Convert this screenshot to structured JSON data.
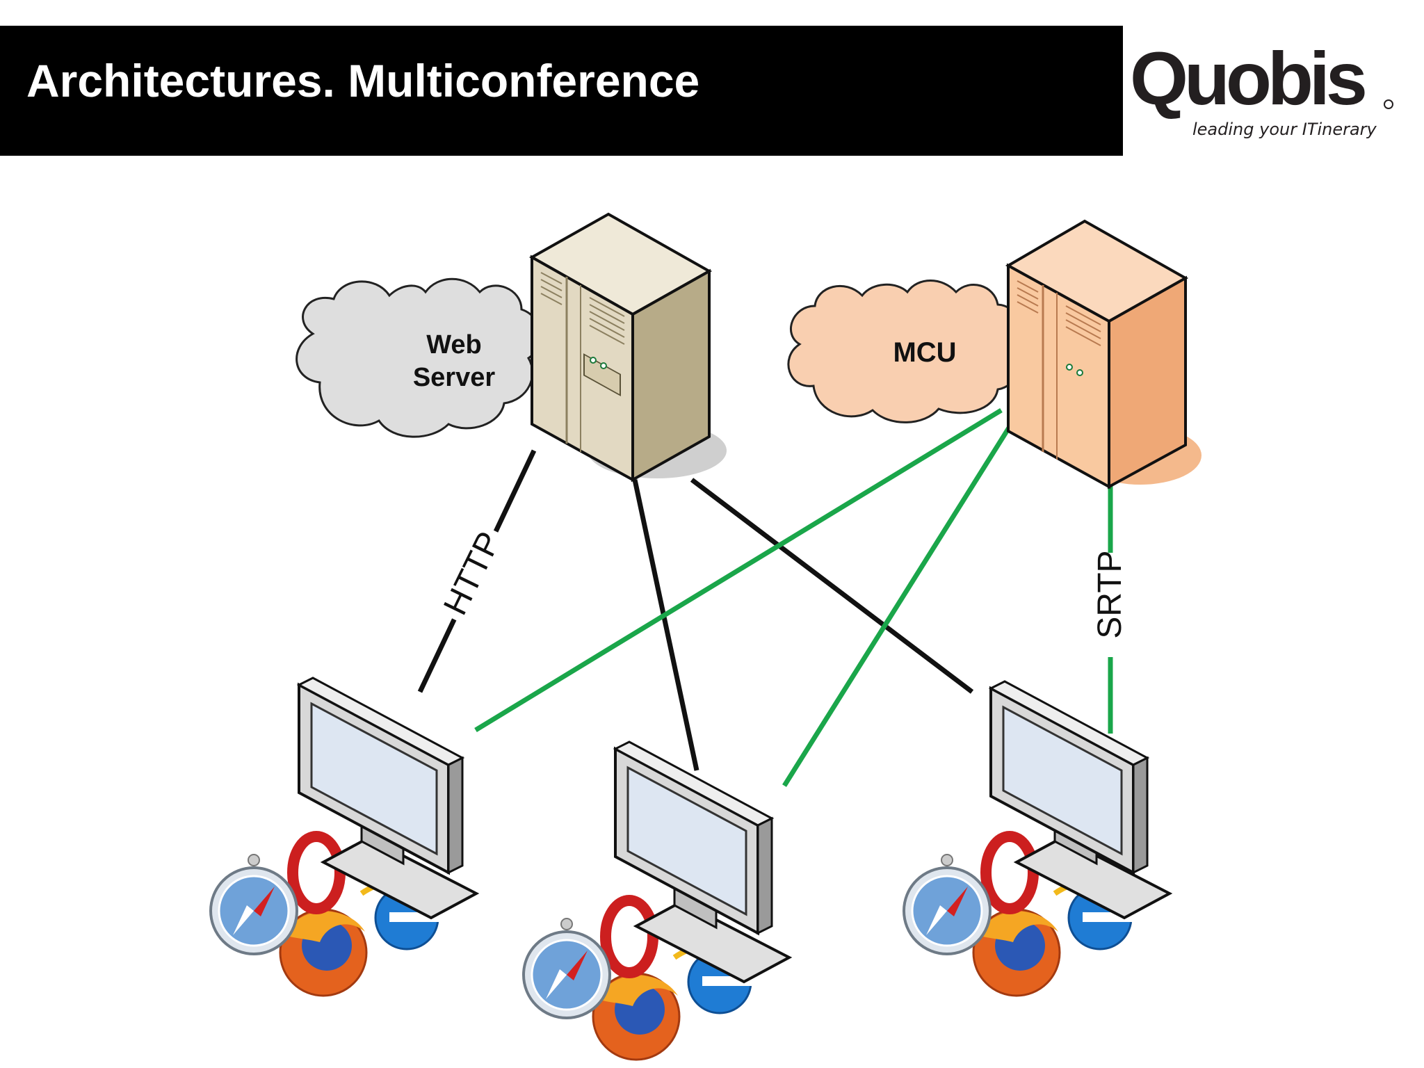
{
  "header": {
    "title": "Architectures. Multiconference"
  },
  "logo": {
    "name": "Quobis",
    "tagline": "leading your ITinerary"
  },
  "nodes": {
    "web_server": {
      "line1": "Web",
      "line2": "Server"
    },
    "mcu": {
      "label": "MCU"
    }
  },
  "links": {
    "http_label": "HTTP",
    "srtp_label": "SRTP"
  },
  "colors": {
    "header_bg": "#000000",
    "title_text": "#ffffff",
    "http_link": "#111111",
    "media_link": "#1aa64a",
    "web_server_body": "#dfd6bf",
    "mcu_body": "#f7c39a",
    "web_cloud": "#dedede",
    "mcu_cloud": "#f9cfb0"
  },
  "icons": [
    "server-icon",
    "cloud-icon",
    "monitor-icon",
    "safari-icon",
    "opera-icon",
    "firefox-icon",
    "ie-icon"
  ]
}
